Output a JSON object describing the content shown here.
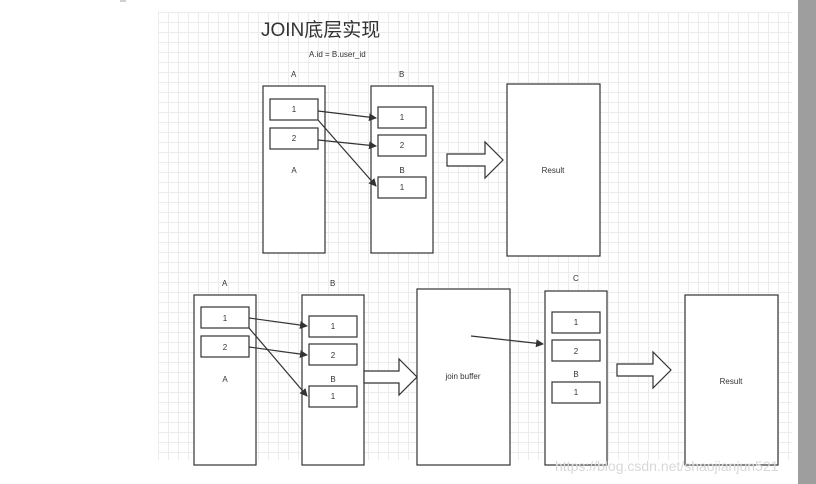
{
  "title": "JOIN底层实现",
  "condition": "A.id = B.user_id",
  "top": {
    "table_a_header": "A",
    "table_b_header": "B",
    "a_rows": [
      "1",
      "2"
    ],
    "a_inner_label": "A",
    "b_rows": [
      "1",
      "2"
    ],
    "b_inner_label": "B",
    "b_extra_row": "1",
    "result_label": "Result"
  },
  "bottom": {
    "table_a_header": "A",
    "table_b_header": "B",
    "table_c_header": "C",
    "a_rows": [
      "1",
      "2"
    ],
    "a_inner_label": "A",
    "b_rows": [
      "1",
      "2"
    ],
    "b_inner_label": "B",
    "b_extra_row": "1",
    "join_buffer_label": "join buffer",
    "c_rows": [
      "1",
      "2"
    ],
    "c_inner_label": "B",
    "c_extra_row": "1",
    "result_label": "Result"
  },
  "watermark": "https://blog.csdn.net/shaojianjun521"
}
